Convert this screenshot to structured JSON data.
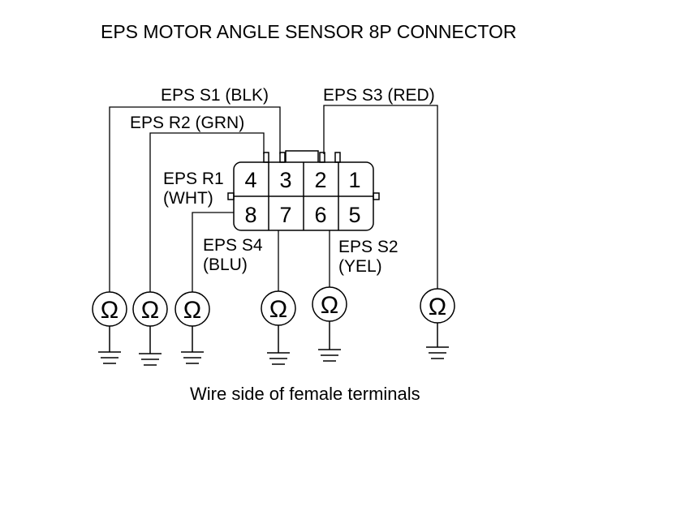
{
  "title": "EPS MOTOR ANGLE SENSOR 8P CONNECTOR",
  "caption": "Wire side of female terminals",
  "connector": {
    "top_row": [
      "4",
      "3",
      "2",
      "1"
    ],
    "bottom_row": [
      "8",
      "7",
      "6",
      "5"
    ]
  },
  "wires": {
    "s1": "EPS S1 (BLK)",
    "s3": "EPS S3 (RED)",
    "r2": "EPS R2 (GRN)",
    "r1_line1": "EPS R1",
    "r1_line2": "(WHT)",
    "s4_line1": "EPS S4",
    "s4_line2": "(BLU)",
    "s2_line1": "EPS S2",
    "s2_line2": "(YEL)"
  },
  "ohm_symbol": "Ω",
  "colors": {
    "line": "#000000",
    "background": "#ffffff"
  }
}
